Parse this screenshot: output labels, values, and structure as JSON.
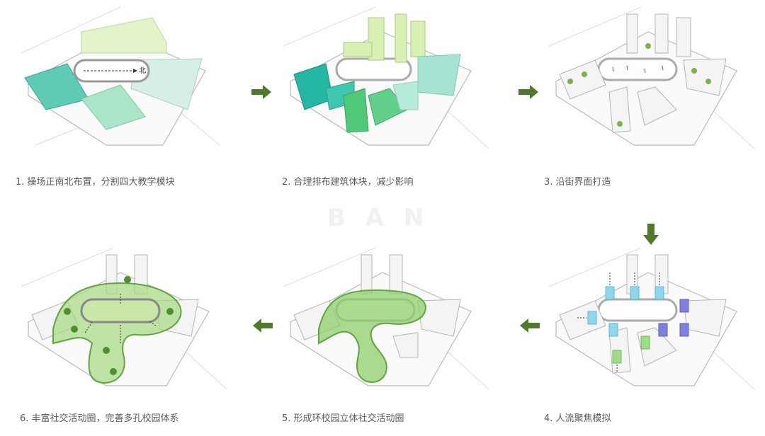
{
  "steps": [
    {
      "caption": "1.  操场正南北布置，分割四大教学模块",
      "north_label": "北"
    },
    {
      "caption": "2. 合理排布建筑体块，减少影响"
    },
    {
      "caption": "3. 沿街界面打造"
    },
    {
      "caption": "4. 人流聚焦模拟"
    },
    {
      "caption": "5. 形成环校园立体社交活动圈"
    },
    {
      "caption": "6. 丰富社交活动圈，完善多孔校园体系"
    }
  ],
  "colors": {
    "arrow": "#4f7a2c",
    "teal": "#3fbfa5",
    "mint": "#a9e6c8",
    "lime": "#d9f0b3",
    "green": "#4fc978",
    "loop": "#8fcf6a",
    "blue": "#8fd6ea",
    "purple": "#7f7fe0"
  }
}
